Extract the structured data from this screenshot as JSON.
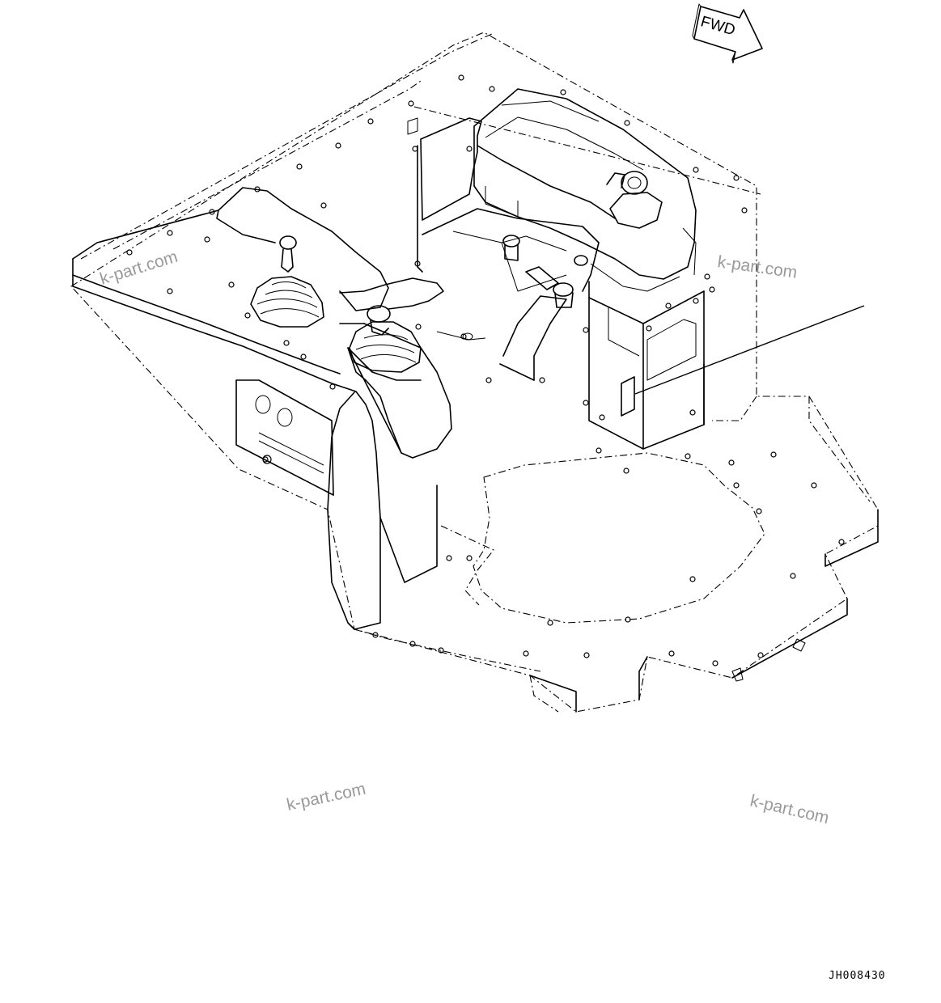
{
  "direction_badge": {
    "label": "FWD"
  },
  "watermarks": [
    "k-part.com",
    "k-part.com",
    "k-part.com",
    "k-part.com"
  ],
  "drawing_code": "JH008430"
}
